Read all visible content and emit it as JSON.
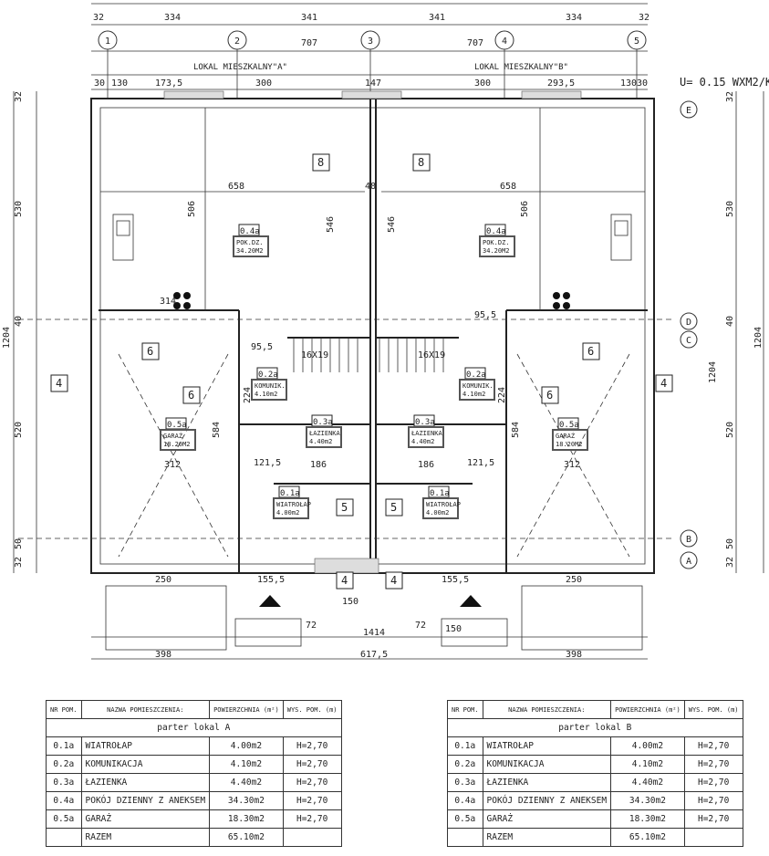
{
  "plan": {
    "unit_a_label": "LOKAL MIESZKALNY\"A\"",
    "unit_b_label": "LOKAL MIESZKALNY\"B\"",
    "u_value": "U= 0.15 WXM2/K",
    "axes": [
      "1",
      "2",
      "3",
      "4",
      "5"
    ],
    "row_axes": [
      "E",
      "D",
      "C",
      "B",
      "A"
    ],
    "dims_top": [
      "32",
      "334",
      "341",
      "341",
      "334",
      "32"
    ],
    "dims_707": [
      "707",
      "707"
    ],
    "dims_row3": [
      "30",
      "130",
      "173,5",
      "300",
      "147",
      "300",
      "293,5",
      "130",
      "30"
    ],
    "dims_left": [
      "32",
      "530",
      "40",
      "520",
      "50",
      "32"
    ],
    "dims_overall_v": "1204",
    "dims_bottom": [
      "250",
      "155,5",
      "155,5",
      "250",
      "1414",
      "617,5",
      "398",
      "398",
      "150",
      "72",
      "72",
      "150"
    ],
    "interior_dims": [
      "658",
      "658",
      "506",
      "506",
      "546",
      "546",
      "48",
      "312",
      "312",
      "584",
      "584",
      "95,5",
      "95,5",
      "16X19",
      "16X19",
      "121,5",
      "121,5",
      "186",
      "186",
      "314",
      "224",
      "224"
    ],
    "tags": {
      "eight": "8",
      "six": "6",
      "four": "4",
      "five": "5"
    },
    "rooms_a": [
      {
        "id": "0.4a",
        "label": "POK.DZ.",
        "area": "34.20M2"
      },
      {
        "id": "0.2a",
        "label": "KOMUNIK.",
        "area": "4.10m2"
      },
      {
        "id": "0.5a",
        "label": "GARAŻ",
        "area": "18.20M2"
      },
      {
        "id": "0.3a",
        "label": "ŁAZIENKA",
        "area": "4.40m2"
      },
      {
        "id": "0.1a",
        "label": "WIATROŁAP",
        "area": "4.00m2"
      }
    ],
    "rooms_b": [
      {
        "id": "0.4a",
        "label": "POK.DZ.",
        "area": "34.20M2"
      },
      {
        "id": "0.2a",
        "label": "KOMUNIK.",
        "area": "4.10m2"
      },
      {
        "id": "0.5a",
        "label": "GARAŻ",
        "area": "18.20M2"
      },
      {
        "id": "0.3a",
        "label": "ŁAZIENKA",
        "area": "4.40m2"
      },
      {
        "id": "0.1a",
        "label": "WIATROŁAP",
        "area": "4.00m2"
      }
    ]
  },
  "tables": [
    {
      "headers": [
        "NR POM.",
        "NAZWA POMIESZCZENIA:",
        "POWIERZCHNIA (m²)",
        "WYS. POM. (m)"
      ],
      "section": "parter lokal A",
      "rows": [
        [
          "0.1a",
          "WIATROŁAP",
          "4.00m2",
          "H=2,70"
        ],
        [
          "0.2a",
          "KOMUNIKACJA",
          "4.10m2",
          "H=2,70"
        ],
        [
          "0.3a",
          "ŁAZIENKA",
          "4.40m2",
          "H=2,70"
        ],
        [
          "0.4a",
          "POKÓJ DZIENNY Z ANEKSEM",
          "34.30m2",
          "H=2,70"
        ],
        [
          "0.5a",
          "GARAŻ",
          "18.30m2",
          "H=2,70"
        ]
      ],
      "total": [
        "",
        "RAZEM",
        "65.10m2",
        ""
      ]
    },
    {
      "headers": [
        "NR POM.",
        "NAZWA POMIESZCZENIA:",
        "POWIERZCHNIA (m²)",
        "WYS. POM. (m)"
      ],
      "section": "parter lokal B",
      "rows": [
        [
          "0.1a",
          "WIATROŁAP",
          "4.00m2",
          "H=2,70"
        ],
        [
          "0.2a",
          "KOMUNIKACJA",
          "4.10m2",
          "H=2,70"
        ],
        [
          "0.3a",
          "ŁAZIENKA",
          "4.40m2",
          "H=2,70"
        ],
        [
          "0.4a",
          "POKÓJ DZIENNY Z ANEKSEM",
          "34.30m2",
          "H=2,70"
        ],
        [
          "0.5a",
          "GARAŻ",
          "18.30m2",
          "H=2,70"
        ]
      ],
      "total": [
        "",
        "RAZEM",
        "65.10m2",
        ""
      ]
    }
  ]
}
